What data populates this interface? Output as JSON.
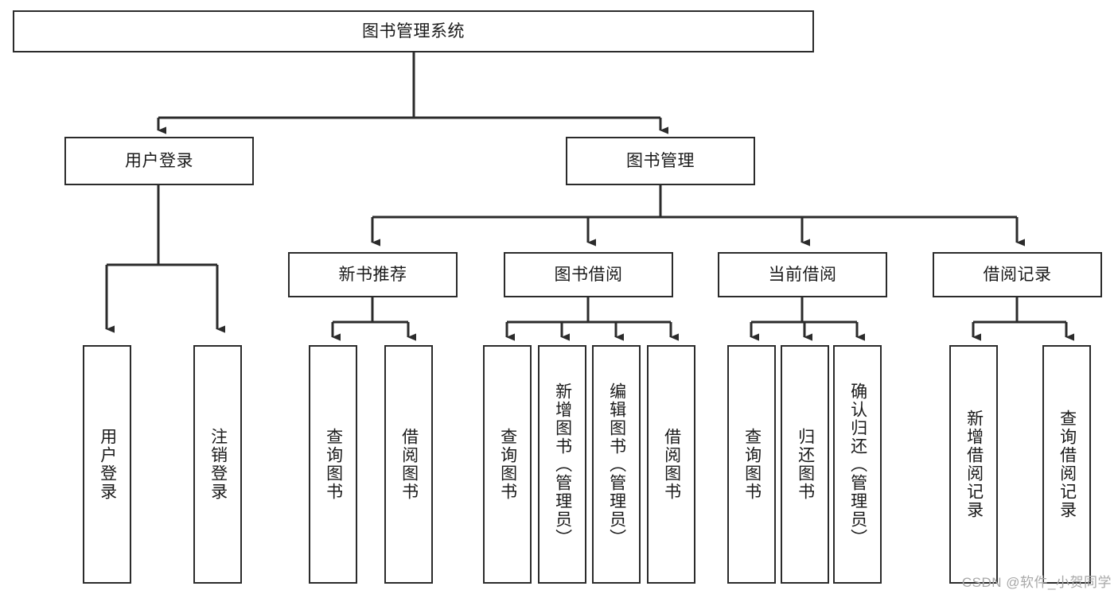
{
  "diagram": {
    "title_node": {
      "label": "图书管理系统"
    },
    "level2": [
      {
        "id": "user-login",
        "label": "用户登录"
      },
      {
        "id": "book-management",
        "label": "图书管理"
      }
    ],
    "level3": [
      {
        "id": "new-book-recommend",
        "label": "新书推荐"
      },
      {
        "id": "book-borrow",
        "label": "图书借阅"
      },
      {
        "id": "current-borrow",
        "label": "当前借阅"
      },
      {
        "id": "borrow-record",
        "label": "借阅记录"
      }
    ],
    "leaves": {
      "user_login": [
        {
          "id": "leaf-user-login",
          "label": "用户登录"
        },
        {
          "id": "leaf-logout-login",
          "label": "注销登录"
        }
      ],
      "new_book_recommend": [
        {
          "id": "leaf-query-book-1",
          "label": "查询图书"
        },
        {
          "id": "leaf-borrow-book-1",
          "label": "借阅图书"
        }
      ],
      "book_borrow": [
        {
          "id": "leaf-query-book-2",
          "label": "查询图书"
        },
        {
          "id": "leaf-add-book",
          "label": "新增图书（管理员）"
        },
        {
          "id": "leaf-edit-book",
          "label": "编辑图书（管理员）"
        },
        {
          "id": "leaf-borrow-book-2",
          "label": "借阅图书"
        }
      ],
      "current_borrow": [
        {
          "id": "leaf-query-book-3",
          "label": "查询图书"
        },
        {
          "id": "leaf-return-book",
          "label": "归还图书"
        },
        {
          "id": "leaf-confirm-return",
          "label": "确认归还（管理员）"
        }
      ],
      "borrow_record": [
        {
          "id": "leaf-add-borrow-record",
          "label": "新增借阅记录"
        },
        {
          "id": "leaf-query-borrow-record",
          "label": "查询借阅记录"
        }
      ]
    },
    "watermark": {
      "text": "CSDN @软件_小贺同学"
    },
    "colors": {
      "stroke": "#2b2b2b",
      "fill": "#ffffff",
      "text": "#1a1a1a",
      "watermark": "#a8a8a8"
    }
  }
}
